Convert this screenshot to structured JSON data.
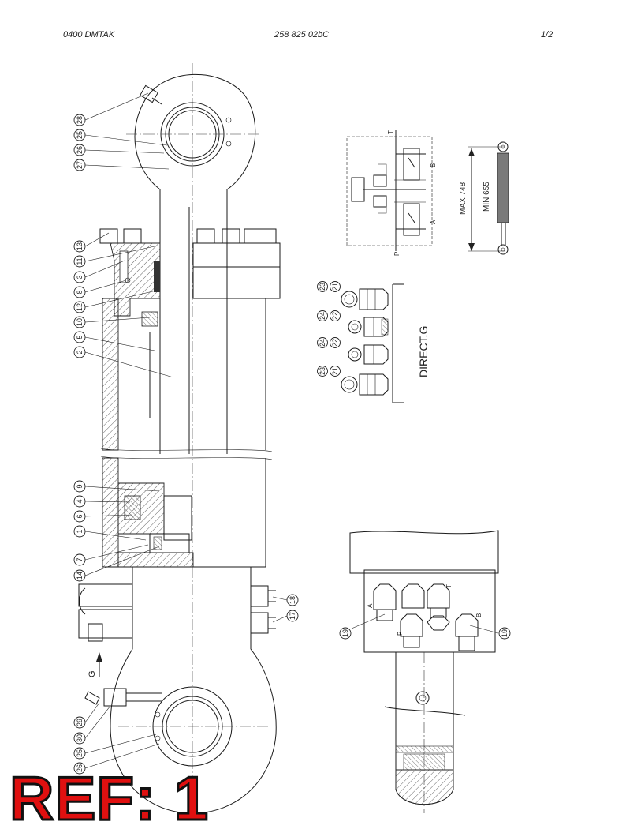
{
  "header": {
    "left": "0400   DMTAK",
    "center": "258 825 02bC",
    "right": "1/2"
  },
  "callouts": {
    "left": [
      {
        "id": "28"
      },
      {
        "id": "25"
      },
      {
        "id": "26"
      },
      {
        "id": "27"
      },
      {
        "id": "13"
      },
      {
        "id": "11"
      },
      {
        "id": "3"
      },
      {
        "id": "8"
      },
      {
        "id": "12"
      },
      {
        "id": "10"
      },
      {
        "id": "5"
      },
      {
        "id": "2"
      },
      {
        "id": "9"
      },
      {
        "id": "4"
      },
      {
        "id": "6"
      },
      {
        "id": "1"
      },
      {
        "id": "7"
      },
      {
        "id": "14"
      },
      {
        "id": "29"
      },
      {
        "id": "30"
      },
      {
        "id": "25"
      },
      {
        "id": "26"
      }
    ],
    "right": [
      {
        "id": "18"
      },
      {
        "id": "17"
      }
    ],
    "fittings": [
      {
        "top": "23",
        "bottom": "21"
      },
      {
        "top": "24",
        "bottom": "22"
      },
      {
        "top": "24",
        "bottom": "22"
      },
      {
        "top": "23",
        "bottom": "21"
      }
    ],
    "valve": [
      {
        "id": "19"
      },
      {
        "id": "19"
      }
    ]
  },
  "labels": {
    "direct_g": "DIRECT.G",
    "view_arrow": "G",
    "max_length": "MAX 748",
    "min_length": "MIN 655",
    "port_t": "T",
    "port_p": "P",
    "port_a": "A",
    "port_b": "B",
    "valve_a": "A",
    "valve_p": "P",
    "valve_t": "T",
    "valve_b": "B"
  },
  "ref_label": "REF: 1"
}
